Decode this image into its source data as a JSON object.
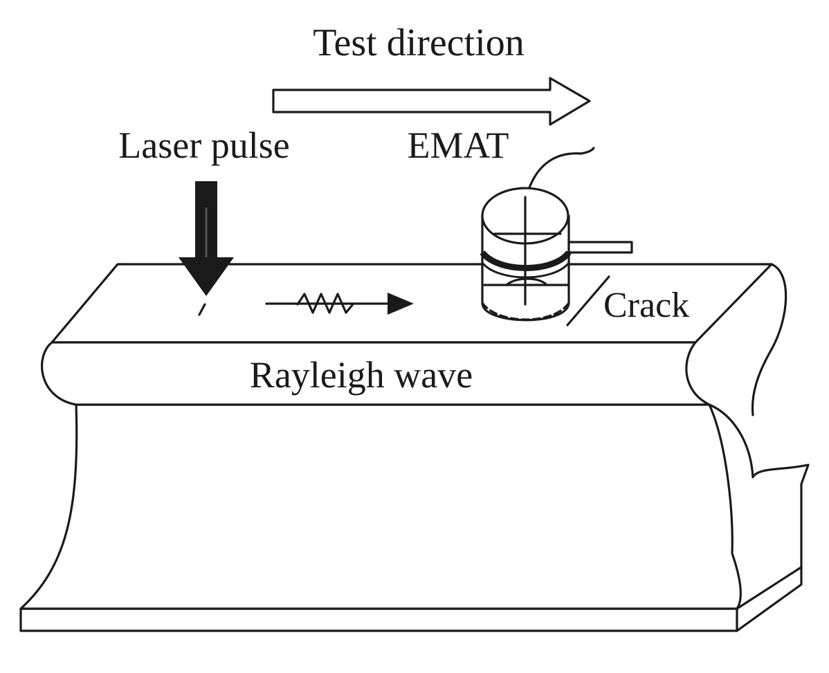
{
  "labels": {
    "test_direction": "Test direction",
    "emat": "EMAT",
    "laser_pulse": "Laser pulse",
    "crack": "Crack",
    "rayleigh_wave": "Rayleigh wave"
  },
  "colors": {
    "ink": "#1a1a1a",
    "background": "#ffffff"
  }
}
